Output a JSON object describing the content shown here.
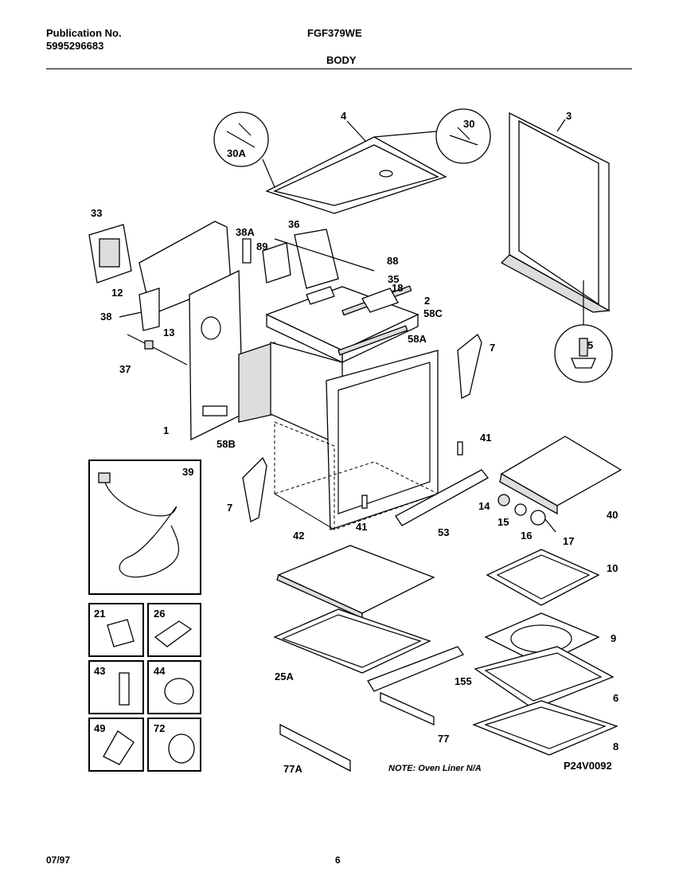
{
  "header": {
    "publication_label": "Publication No.",
    "publication_number": "5995296683",
    "model": "FGF379WE",
    "section": "BODY"
  },
  "footer": {
    "date": "07/97",
    "page": "6"
  },
  "note": "NOTE: Oven Liner N/A",
  "drawing_id": "P24V0092",
  "callouts": [
    "4",
    "3",
    "30",
    "30A",
    "33",
    "36",
    "38A",
    "89",
    "88",
    "35",
    "18",
    "2",
    "58C",
    "12",
    "38",
    "13",
    "37",
    "58A",
    "7",
    "5",
    "1",
    "58B",
    "41",
    "39",
    "40",
    "14",
    "15",
    "16",
    "17",
    "53",
    "42",
    "10",
    "9",
    "25A",
    "155",
    "6",
    "77",
    "8",
    "77A",
    "21",
    "26",
    "43",
    "44",
    "49",
    "72"
  ]
}
